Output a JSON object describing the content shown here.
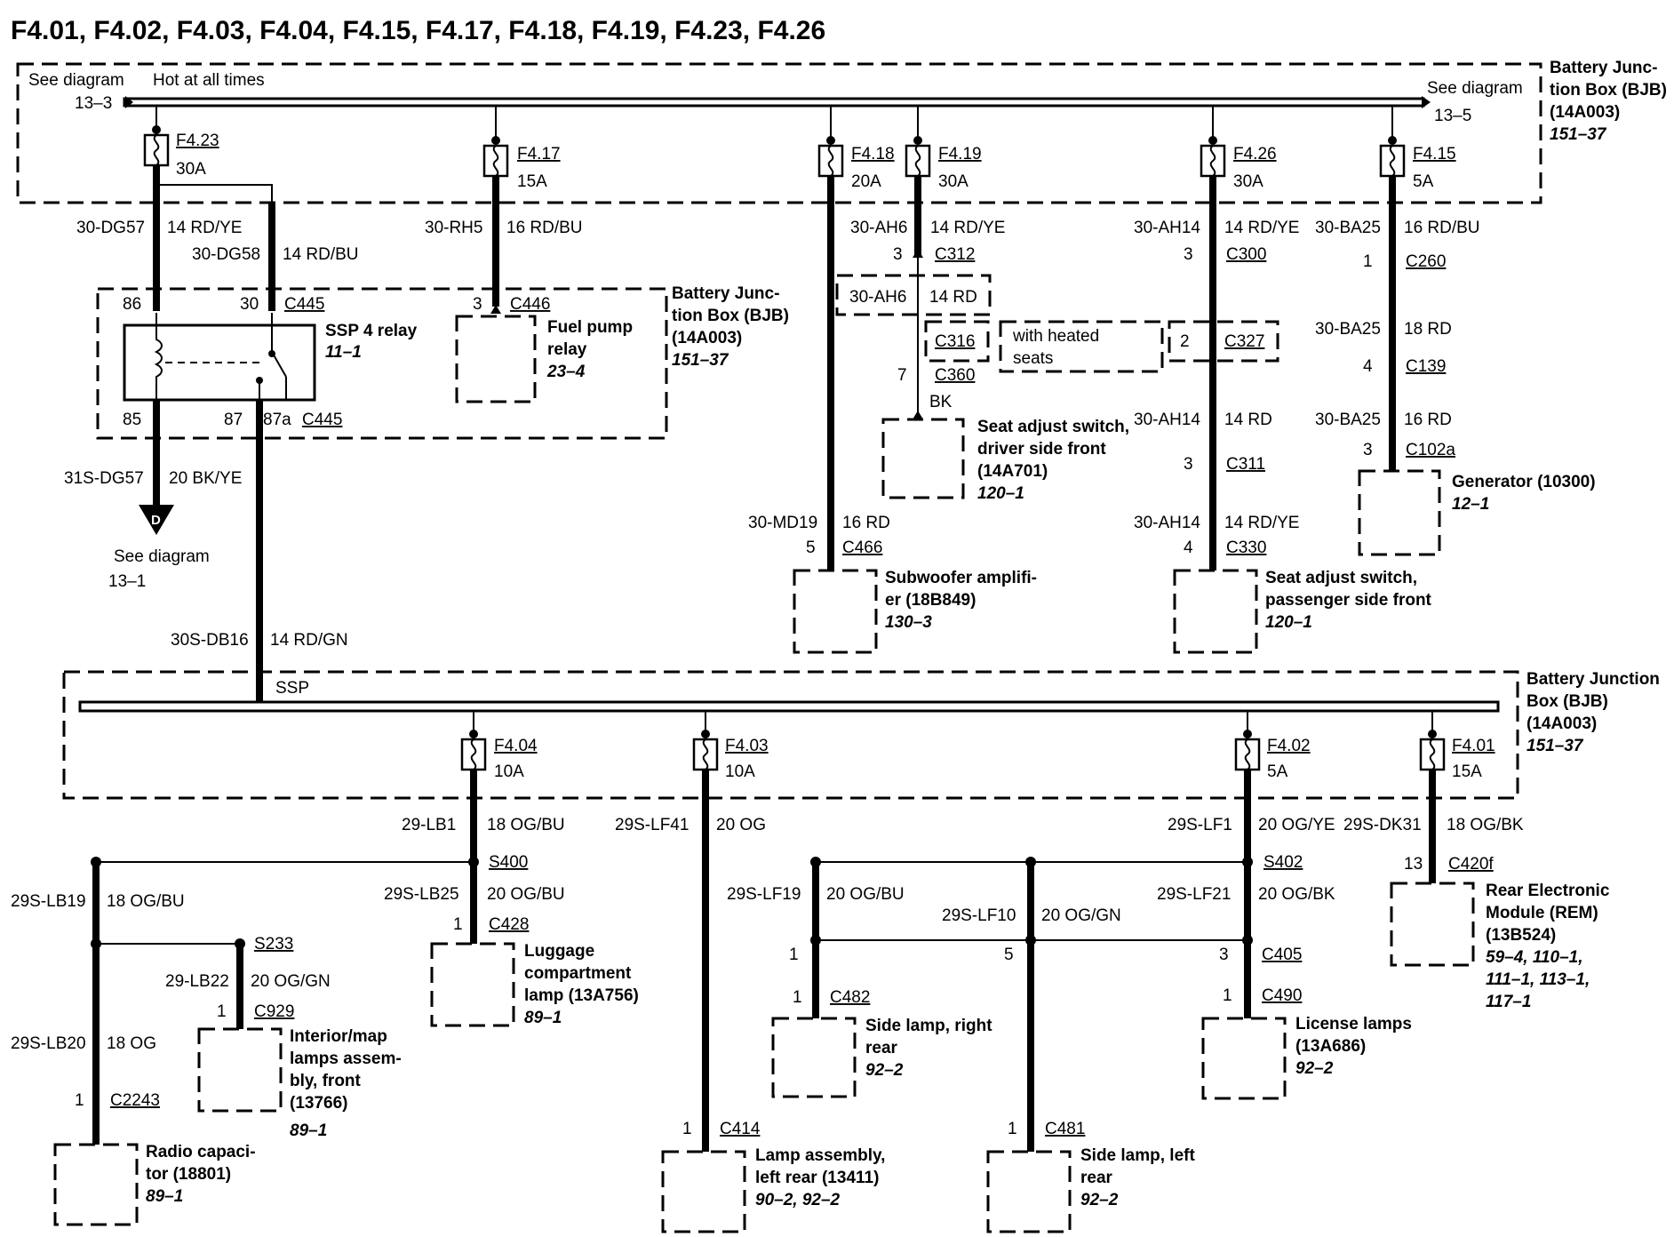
{
  "title": "F4.01, F4.02, F4.03, F4.04, F4.15, F4.17, F4.18, F4.19, F4.23, F4.26",
  "top_box": {
    "label": [
      "Battery Junc-",
      "tion Box (BJB)",
      "(14A003)"
    ],
    "page": "151–37",
    "see_left": [
      "See diagram",
      "13–3"
    ],
    "hot_label": "Hot at all times",
    "see_right": [
      "See diagram",
      "13–5"
    ]
  },
  "fuses": [
    {
      "id": "F4.23",
      "amps": "30A"
    },
    {
      "id": "F4.17",
      "amps": "15A"
    },
    {
      "id": "F4.18",
      "amps": "20A"
    },
    {
      "id": "F4.19",
      "amps": "30A"
    },
    {
      "id": "F4.26",
      "amps": "30A"
    },
    {
      "id": "F4.15",
      "amps": "5A"
    },
    {
      "id": "F4.04",
      "amps": "10A"
    },
    {
      "id": "F4.03",
      "amps": "10A"
    },
    {
      "id": "F4.02",
      "amps": "5A"
    },
    {
      "id": "F4.01",
      "amps": "15A"
    }
  ],
  "wires": {
    "dg57": [
      "30-DG57",
      "14 RD/YE"
    ],
    "dg58": [
      "30-DG58",
      "14 RD/BU"
    ],
    "rh5": [
      "30-RH5",
      "16 RD/BU"
    ],
    "ah6": [
      "30-AH6",
      "14 RD/YE"
    ],
    "ah6b": [
      "30-AH6",
      "14 RD"
    ],
    "ah14a": [
      "30-AH14",
      "14 RD/YE"
    ],
    "ah14b": [
      "30-AH14",
      "14 RD"
    ],
    "ah14c": [
      "30-AH14",
      "14 RD/YE"
    ],
    "ba25a": [
      "30-BA25",
      "16 RD/BU"
    ],
    "ba25b": [
      "30-BA25",
      "18 RD"
    ],
    "ba25c": [
      "30-BA25",
      "16 RD"
    ],
    "md19": [
      "30-MD19",
      "16 RD"
    ],
    "dg57b": [
      "31S-DG57",
      "20 BK/YE"
    ],
    "db16": [
      "30S-DB16",
      "14 RD/GN"
    ],
    "lb1": [
      "29-LB1",
      "18 OG/BU"
    ],
    "lf41": [
      "29S-LF41",
      "20 OG"
    ],
    "lf1": [
      "29S-LF1",
      "20 OG/YE"
    ],
    "dk31": [
      "29S-DK31",
      "18 OG/BK"
    ],
    "lb19": [
      "29S-LB19",
      "18 OG/BU"
    ],
    "lb25": [
      "29S-LB25",
      "20 OG/BU"
    ],
    "lb22": [
      "29-LB22",
      "20 OG/GN"
    ],
    "lb20": [
      "29S-LB20",
      "18 OG"
    ],
    "lf19": [
      "29S-LF19",
      "20 OG/BU"
    ],
    "lf10": [
      "29S-LF10",
      "20 OG/GN"
    ],
    "lf21": [
      "29S-LF21",
      "20 OG/BK"
    ]
  },
  "connectors": {
    "c312": {
      "pin": "3",
      "id": "C312"
    },
    "c300": {
      "pin": "3",
      "id": "C300"
    },
    "c260": {
      "pin": "1",
      "id": "C260"
    },
    "c445a": {
      "pin": "30",
      "id": "C445"
    },
    "pin86": "86",
    "c446": {
      "pin": "3",
      "id": "C446"
    },
    "c316": "C316",
    "c327": {
      "pin": "2",
      "id": "C327"
    },
    "c360": {
      "pin": "7",
      "id": "C360"
    },
    "c139": {
      "pin": "4",
      "id": "C139"
    },
    "c445b": "C445",
    "pin85": "85",
    "pin87": "87",
    "pin87a": "87a",
    "bk": "BK",
    "c311": {
      "pin": "3",
      "id": "C311"
    },
    "c102a": {
      "pin": "3",
      "id": "C102a"
    },
    "c466": {
      "pin": "5",
      "id": "C466"
    },
    "c330": {
      "pin": "4",
      "id": "C330"
    },
    "s400": "S400",
    "s402": "S402",
    "c420f": {
      "pin": "13",
      "id": "C420f"
    },
    "c428": {
      "pin": "1",
      "id": "C428"
    },
    "s233": "S233",
    "c929": {
      "pin": "1",
      "id": "C929"
    },
    "c2243": {
      "pin": "1",
      "id": "C2243"
    },
    "c405": {
      "pin": "3",
      "id": "C405"
    },
    "c482": {
      "pin": "1",
      "id": "C482"
    },
    "c490": {
      "pin": "1",
      "id": "C490"
    },
    "c414": {
      "pin": "1",
      "id": "C414"
    },
    "c481": {
      "pin": "1",
      "id": "C481"
    },
    "pin_lf19": "1",
    "pin_lf10": "5"
  },
  "relay_box": {
    "label": [
      "Battery Junc-",
      "tion Box (BJB)",
      "(14A003)"
    ],
    "page": "151–37",
    "ssp_relay": "SSP 4 relay",
    "ssp_relay_page": "11–1",
    "fuel_relay": [
      "Fuel pump",
      "relay"
    ],
    "fuel_relay_page": "23–4"
  },
  "heated_seats": [
    "with heated",
    "seats"
  ],
  "ground": {
    "symbol": "D",
    "see": [
      "See diagram",
      "13–1"
    ]
  },
  "bottom_box": {
    "label": [
      "Battery Junction",
      "Box (BJB)",
      "(14A003)"
    ],
    "page": "151–37",
    "ssp": "SSP"
  },
  "components": {
    "seat_driver": {
      "name": [
        "Seat adjust switch,",
        "driver side front",
        "(14A701)"
      ],
      "page": "120–1"
    },
    "generator": {
      "name": [
        "Generator (10300)"
      ],
      "page": "12–1"
    },
    "subwoofer": {
      "name": [
        "Subwoofer amplifi-",
        "er (18B849)"
      ],
      "page": "130–3"
    },
    "seat_pass": {
      "name": [
        "Seat adjust switch,",
        "passenger side front"
      ],
      "page": "120–1"
    },
    "rem": {
      "name": [
        "Rear Electronic",
        "Module (REM)",
        "(13B524)"
      ],
      "pages": [
        "59–4, 110–1,",
        "111–1, 113–1,",
        "117–1"
      ]
    },
    "luggage": {
      "name": [
        "Luggage",
        "compartment",
        "lamp (13A756)"
      ],
      "page": "89–1"
    },
    "interior": {
      "name": [
        "Interior/map",
        "lamps assem-",
        "bly, front",
        "(13766)"
      ],
      "page": "89–1"
    },
    "radio_cap": {
      "name": [
        "Radio capaci-",
        "tor (18801)"
      ],
      "page": "89–1"
    },
    "side_right": {
      "name": [
        "Side lamp, right",
        "rear"
      ],
      "page": "92–2"
    },
    "license": {
      "name": [
        "License lamps",
        "(13A686)"
      ],
      "page": "92–2"
    },
    "lamp_left": {
      "name": [
        "Lamp assembly,",
        "left rear (13411)"
      ],
      "page": "90–2, 92–2"
    },
    "side_left": {
      "name": [
        "Side lamp, left",
        "rear"
      ],
      "page": "92–2"
    }
  }
}
